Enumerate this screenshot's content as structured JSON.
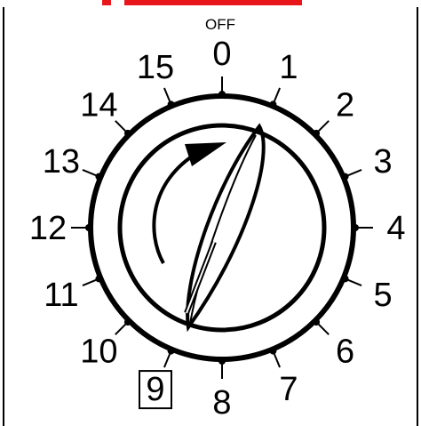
{
  "timer": {
    "off_label": "OFF",
    "marks": [
      "0",
      "1",
      "2",
      "3",
      "4",
      "5",
      "6",
      "7",
      "8",
      "9",
      "10",
      "11",
      "12",
      "13",
      "14",
      "15"
    ],
    "selected": "9",
    "direction": "clockwise"
  },
  "colors": {
    "ink": "#000000",
    "background": "#ffffff",
    "accent_red": "#e8161b"
  },
  "icons": {
    "rotation": "clockwise-arrow-icon",
    "knob": "timer-knob-icon",
    "pointer": "knob-pointer-icon"
  }
}
